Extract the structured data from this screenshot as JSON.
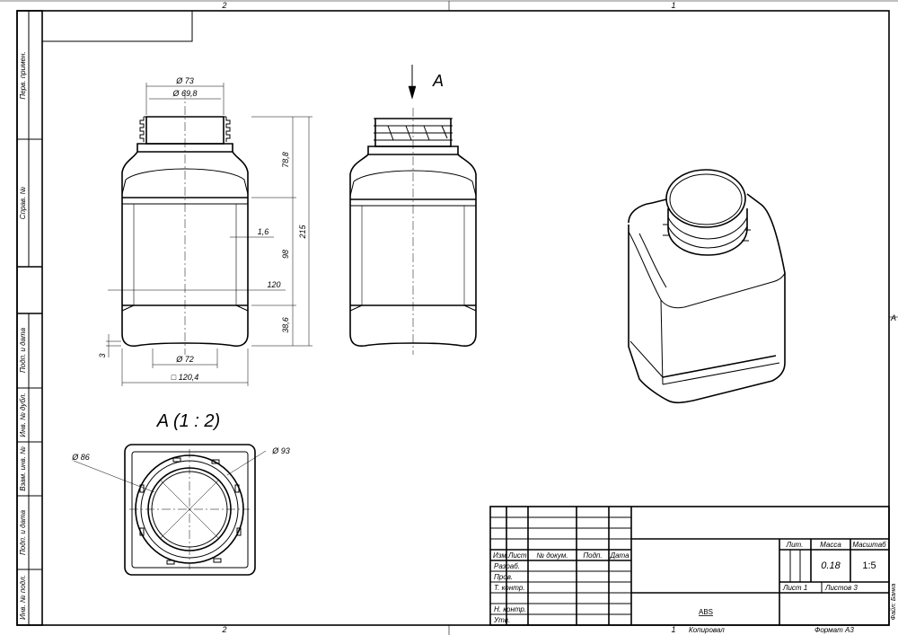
{
  "frame": {
    "zone_top_left": "2",
    "zone_top_right": "1",
    "zone_bottom_left": "2",
    "zone_bottom_right": "1",
    "zone_right": "A"
  },
  "side_strip": {
    "perv_primen": "Перв. примен.",
    "sprav_no": "Справ. №",
    "podp_data_1": "Подп. и дата",
    "inv_dubl": "Инв. № дубл.",
    "vzam_inv": "Взам. инв. №",
    "podp_data_2": "Подп. и дата",
    "inv_podl": "Инв. № подл."
  },
  "front_view": {
    "dia_73": "Ø 73",
    "dia_69_8": "Ø 69,8",
    "h_78_8": "78,8",
    "h_215": "215",
    "h_98": "98",
    "h_38_6": "38,6",
    "w_1_6": "1,6",
    "w_120": "120",
    "h_3": "3",
    "dia_72": "Ø 72",
    "sq_120_4": "□ 120,4"
  },
  "side_view": {
    "arrow_label": "A"
  },
  "detail_view": {
    "title": "A (1 : 2)",
    "dia_86": "Ø 86",
    "dia_93": "Ø 93"
  },
  "title_block": {
    "izm": "Изм.",
    "list": "Лист",
    "no_dokum": "№ докум.",
    "podp": "Подп.",
    "data": "Дата",
    "razrab": "Разраб.",
    "prov": "Пров.",
    "t_kontr": "Т. контр.",
    "n_kontr": "Н. контр.",
    "utv": "Утв.",
    "lit": "Лит.",
    "massa": "Масса",
    "masshtab": "Масштаб",
    "mass_value": "0.18",
    "scale_value": "1:5",
    "sheet_label": "Лист 1",
    "sheets_label": "Листов 3",
    "material": "ABS"
  },
  "footer": {
    "kopiroval": "Копировал",
    "format": "Формат А3",
    "file": "Файл: Банка"
  }
}
